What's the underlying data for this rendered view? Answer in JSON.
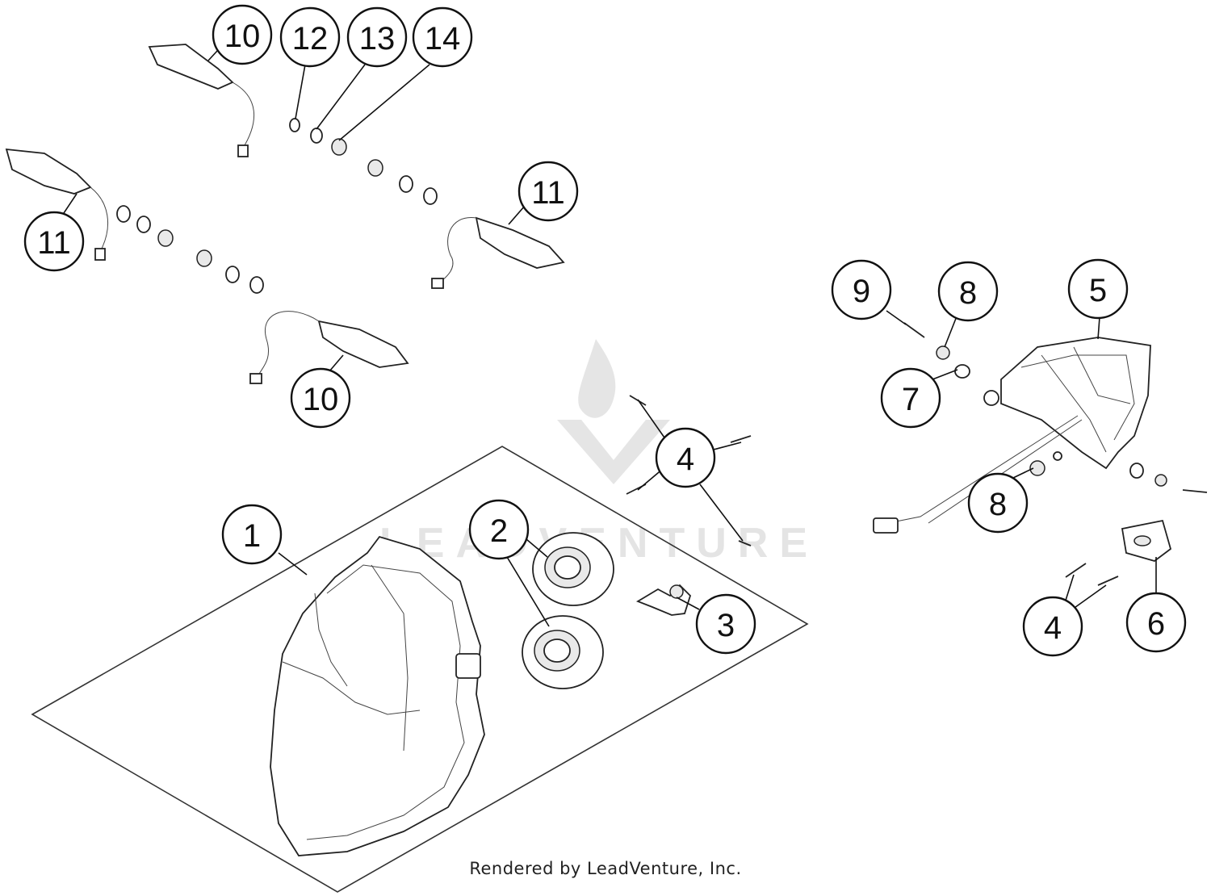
{
  "diagram": {
    "callouts": [
      {
        "id": "c1",
        "label": "1"
      },
      {
        "id": "c2",
        "label": "2"
      },
      {
        "id": "c3",
        "label": "3"
      },
      {
        "id": "c4a",
        "label": "4"
      },
      {
        "id": "c4b",
        "label": "4"
      },
      {
        "id": "c5",
        "label": "5"
      },
      {
        "id": "c6",
        "label": "6"
      },
      {
        "id": "c7",
        "label": "7"
      },
      {
        "id": "c8a",
        "label": "8"
      },
      {
        "id": "c8b",
        "label": "8"
      },
      {
        "id": "c9",
        "label": "9"
      },
      {
        "id": "c10a",
        "label": "10"
      },
      {
        "id": "c10b",
        "label": "10"
      },
      {
        "id": "c11a",
        "label": "11"
      },
      {
        "id": "c11b",
        "label": "11"
      },
      {
        "id": "c12",
        "label": "12"
      },
      {
        "id": "c13",
        "label": "13"
      },
      {
        "id": "c14",
        "label": "14"
      }
    ]
  },
  "credit": "Rendered by LeadVenture, Inc."
}
